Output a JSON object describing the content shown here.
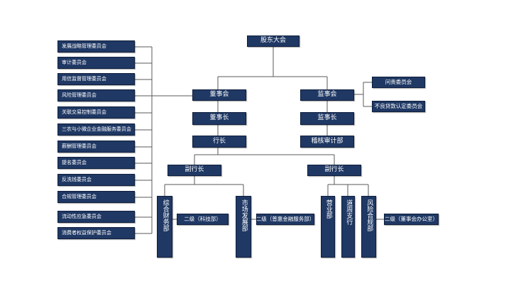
{
  "org_chart": {
    "shareholders_meeting": "股东大会",
    "board": "董事会",
    "supervisory_board": "监事会",
    "chairman": "董事长",
    "supervisory_chairman": "监事长",
    "president": "行长",
    "audit_dept": "稽核审计部",
    "vice_president_1": "副行长",
    "vice_president_2": "副行长",
    "board_committees": [
      "发展战略管理委员会",
      "审计委员会",
      "用信监督管理委员会",
      "风险管理委员会",
      "关联交易控制委员会",
      "三农与小微企业金融服务委员会",
      "薪酬管理委员会",
      "提名委员会",
      "反洗钱委员会",
      "合规管理委员会",
      "流动性应急委员会",
      "消费者权益保护委员会"
    ],
    "supervisory_committees": [
      "问责委员会",
      "不良贷款认定委员会"
    ],
    "departments": {
      "general_finance": "综合财务部",
      "market_dev": "市场发展部",
      "business": "营业部",
      "daozhou_branch": "道周支行",
      "risk_compliance": "风险合规部"
    },
    "subunits": {
      "tech": "二级（科技部）",
      "inclusive": "二级（普惠金融服务部）",
      "board_office": "二级（董事会办公室）"
    }
  }
}
